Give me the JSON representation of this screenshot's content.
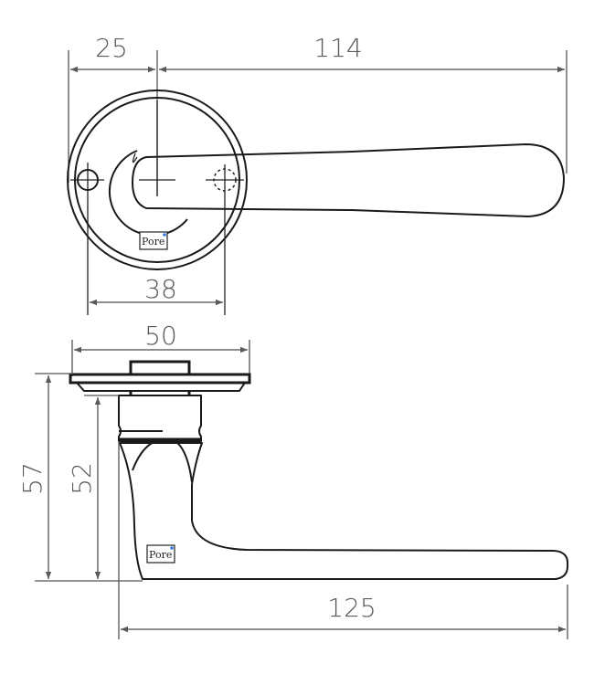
{
  "drawing": {
    "subject": "Door lever handle on round rose — technical dimension drawing",
    "text_color": "#5a5a5a",
    "line_color": "#1a1a1a",
    "accent_dot_color": "#3a7bd5",
    "front_view": {
      "dimensions": {
        "rose_offset": "25",
        "lever_projection": "114",
        "inner_diameter": "38"
      },
      "logo_label": "Pore"
    },
    "side_view": {
      "dimensions": {
        "rose_diameter": "50",
        "total_height": "57",
        "lever_height": "52",
        "lever_length": "125"
      },
      "logo_label": "Pore"
    }
  }
}
